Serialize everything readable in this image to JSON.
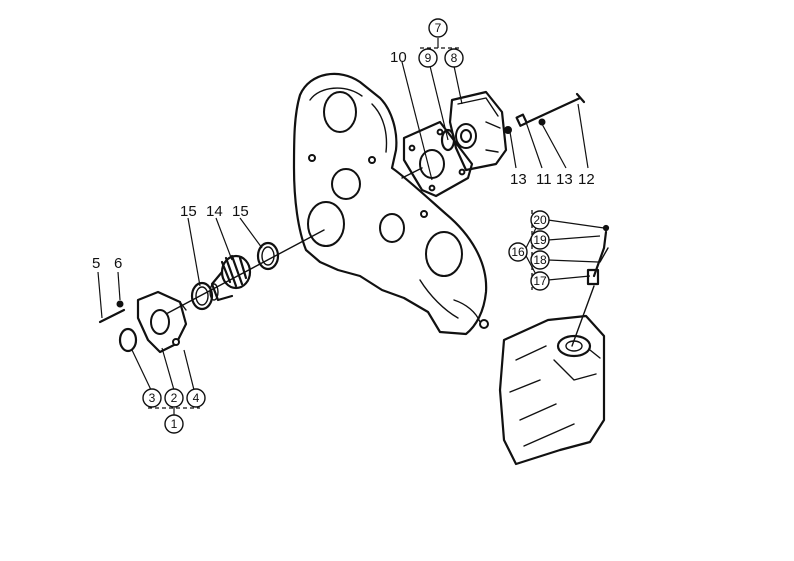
{
  "labels": {
    "p1": "1",
    "p2": "2",
    "p3": "3",
    "p4": "4",
    "p5": "5",
    "p6": "6",
    "p7": "7",
    "p8": "8",
    "p9": "9",
    "p10": "10",
    "p11": "11",
    "p12": "12",
    "p13a": "13",
    "p13b": "13",
    "p14": "14",
    "p15a": "15",
    "p15b": "15",
    "p16": "16",
    "p17": "17",
    "p18": "18",
    "p19": "19",
    "p20": "20"
  }
}
